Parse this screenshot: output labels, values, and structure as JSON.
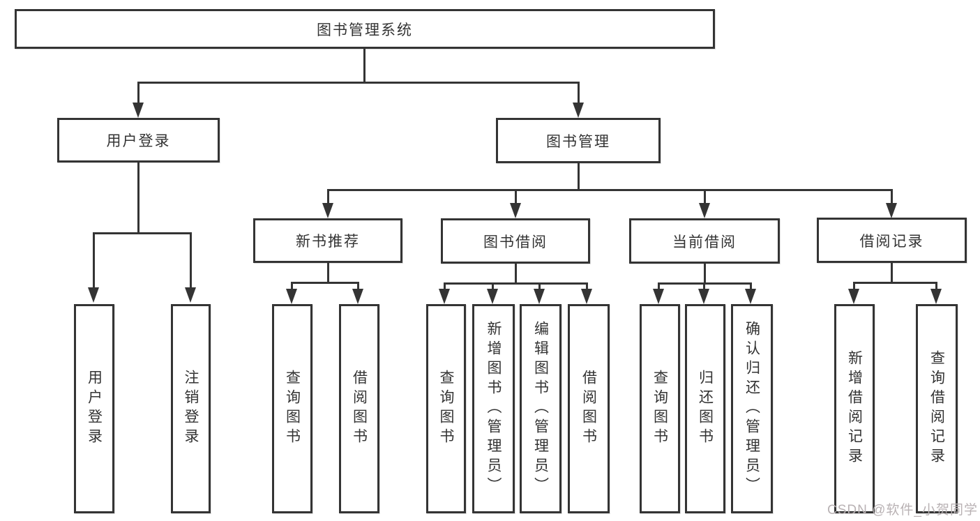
{
  "tree": {
    "label": "图书管理系统",
    "children": [
      {
        "label": "用户登录",
        "children": [
          {
            "label": "用户登录"
          },
          {
            "label": "注销登录"
          }
        ]
      },
      {
        "label": "图书管理",
        "children": [
          {
            "label": "新书推荐",
            "children": [
              {
                "label": "查询图书"
              },
              {
                "label": "借阅图书"
              }
            ]
          },
          {
            "label": "图书借阅",
            "children": [
              {
                "label": "查询图书"
              },
              {
                "label": "新增图书（管理员）"
              },
              {
                "label": "编辑图书（管理员）"
              },
              {
                "label": "借阅图书"
              }
            ]
          },
          {
            "label": "当前借阅",
            "children": [
              {
                "label": "查询图书"
              },
              {
                "label": "归还图书"
              },
              {
                "label": "确认归还（管理员）"
              }
            ]
          },
          {
            "label": "借阅记录",
            "children": [
              {
                "label": "新增借阅记录"
              },
              {
                "label": "查询借阅记录"
              }
            ]
          }
        ]
      }
    ]
  },
  "watermark": {
    "text": "CSDN @软件_小贺同学"
  },
  "colors": {
    "line": "#343434",
    "text": "#333333",
    "watermark": "#b9b2b4",
    "background": "#ffffff"
  }
}
